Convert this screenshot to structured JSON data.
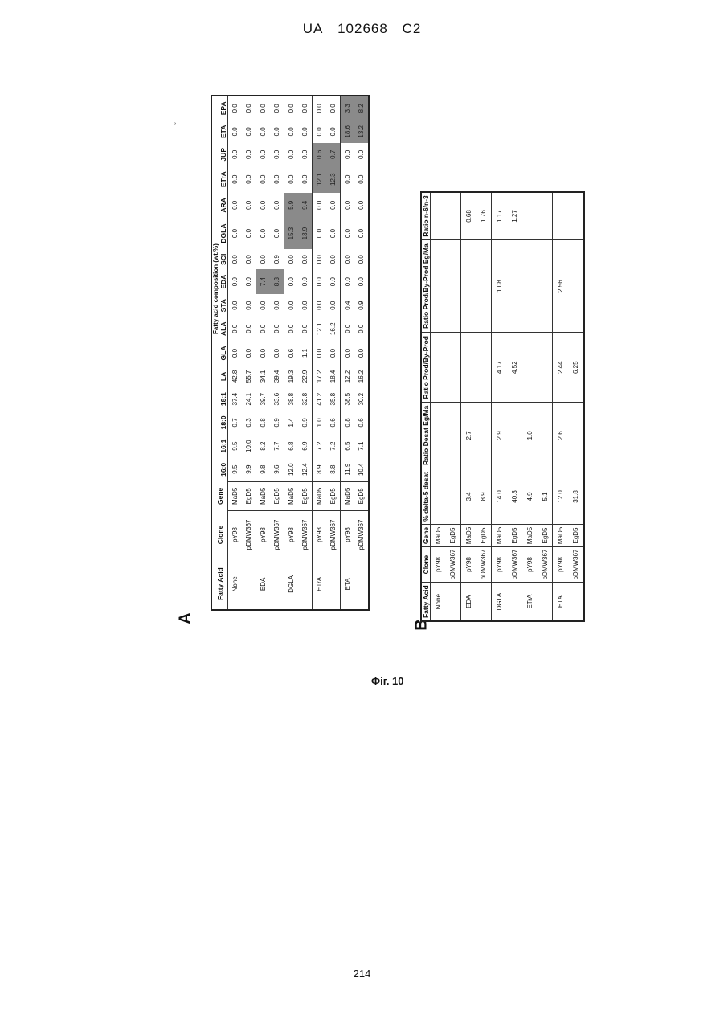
{
  "header": {
    "country": "UA",
    "number": "102668",
    "kind": "C2"
  },
  "mark": "ʾ",
  "figure_caption": "Фіг. 10",
  "page_number": "214",
  "panel_a": {
    "label": "A",
    "group_header": "Fatty acid composition (wt.%)",
    "columns": [
      "Fatty Acid",
      "Clone",
      "Gene",
      "16:0",
      "16:1",
      "18:0",
      "18:1",
      "LA",
      "GLA",
      "ALA",
      "STA",
      "EDA",
      "SCI",
      "DGLA",
      "ARA",
      "ETrA",
      "JUP",
      "ETA",
      "EPA"
    ],
    "rows": [
      {
        "fa": "None",
        "clone": "pY98",
        "gene": "MaD5",
        "v": [
          "9.5",
          "9.5",
          "0.7",
          "37.4",
          "42.8",
          "0.0",
          "0.0",
          "0.0",
          "0.0",
          "0.0",
          "0.0",
          "0.0",
          "0.0",
          "0.0",
          "0.0",
          "0.0"
        ]
      },
      {
        "fa": "",
        "clone": "pDMW367",
        "gene": "EgD5",
        "v": [
          "9.9",
          "10.0",
          "0.3",
          "24.1",
          "55.7",
          "0.0",
          "0.0",
          "0.0",
          "0.0",
          "0.0",
          "0.0",
          "0.0",
          "0.0",
          "0.0",
          "0.0",
          "0.0"
        ]
      },
      {
        "fa": "EDA",
        "clone": "pY98",
        "gene": "MaD5",
        "v": [
          "9.8",
          "8.2",
          "0.8",
          "39.7",
          "34.1",
          "0.0",
          "0.0",
          "0.0",
          "7.4",
          "0.0",
          "0.0",
          "0.0",
          "0.0",
          "0.0",
          "0.0",
          "0.0"
        ]
      },
      {
        "fa": "",
        "clone": "pDMW367",
        "gene": "EgD5",
        "v": [
          "9.6",
          "7.7",
          "0.9",
          "33.6",
          "39.4",
          "0.0",
          "0.0",
          "0.0",
          "8.3",
          "0.9",
          "0.0",
          "0.0",
          "0.0",
          "0.0",
          "0.0",
          "0.0"
        ]
      },
      {
        "fa": "DGLA",
        "clone": "pY98",
        "gene": "MaD5",
        "v": [
          "12.0",
          "6.8",
          "1.4",
          "38.8",
          "19.3",
          "0.6",
          "0.0",
          "0.0",
          "0.0",
          "0.0",
          "15.3",
          "5.9",
          "0.0",
          "0.0",
          "0.0",
          "0.0"
        ]
      },
      {
        "fa": "",
        "clone": "pDMW367",
        "gene": "EgD5",
        "v": [
          "12.4",
          "6.9",
          "0.9",
          "32.8",
          "22.9",
          "1.1",
          "0.0",
          "0.0",
          "0.0",
          "0.0",
          "13.9",
          "9.4",
          "0.0",
          "0.0",
          "0.0",
          "0.0"
        ]
      },
      {
        "fa": "ETrA",
        "clone": "pY98",
        "gene": "MaD5",
        "v": [
          "8.9",
          "7.2",
          "1.0",
          "41.2",
          "17.2",
          "0.0",
          "12.1",
          "0.0",
          "0.0",
          "0.0",
          "0.0",
          "0.0",
          "12.1",
          "0.6",
          "0.0",
          "0.0"
        ]
      },
      {
        "fa": "",
        "clone": "pDMW367",
        "gene": "EgD5",
        "v": [
          "8.8",
          "7.2",
          "0.6",
          "35.8",
          "18.4",
          "0.0",
          "16.2",
          "0.0",
          "0.0",
          "0.0",
          "0.0",
          "0.0",
          "12.3",
          "0.7",
          "0.0",
          "0.0"
        ]
      },
      {
        "fa": "ETA",
        "clone": "pY98",
        "gene": "MaD5",
        "v": [
          "11.9",
          "6.5",
          "0.8",
          "38.5",
          "12.2",
          "0.0",
          "0.0",
          "0.4",
          "0.0",
          "0.0",
          "0.0",
          "0.0",
          "0.0",
          "0.0",
          "18.6",
          "3.3"
        ]
      },
      {
        "fa": "",
        "clone": "pDMW367",
        "gene": "EgD5",
        "v": [
          "10.4",
          "7.1",
          "0.6",
          "30.2",
          "16.2",
          "0.0",
          "0.0",
          "0.9",
          "0.0",
          "0.0",
          "0.0",
          "0.0",
          "0.0",
          "0.0",
          "13.2",
          "8.2"
        ]
      }
    ]
  },
  "panel_b": {
    "label": "B",
    "columns": [
      "Fatty Acid",
      "Clone",
      "Gene",
      "% delta-5 desat",
      "Ratio Desat Eg/Ma",
      "Ratio Prod/By-Prod",
      "Ratio Prod/By-Prod Eg/Ma",
      "Ratio n-6/n-3"
    ],
    "rows": [
      {
        "fa": "None",
        "clone": "pY98",
        "gene": "MaD5",
        "v": [
          "",
          "",
          "",
          "",
          ""
        ]
      },
      {
        "fa": "",
        "clone": "pDMW367",
        "gene": "EgD5",
        "v": [
          "",
          "",
          "",
          "",
          ""
        ]
      },
      {
        "fa": "EDA",
        "clone": "pY98",
        "gene": "MaD5",
        "v": [
          "3.4",
          "2.7",
          "",
          "",
          "0.68"
        ]
      },
      {
        "fa": "",
        "clone": "pDMW367",
        "gene": "EgD5",
        "v": [
          "8.9",
          "",
          "",
          "",
          "1.76"
        ]
      },
      {
        "fa": "DGLA",
        "clone": "pY98",
        "gene": "MaD5",
        "v": [
          "14.0",
          "2.9",
          "4.17",
          "1.08",
          "1.17"
        ]
      },
      {
        "fa": "",
        "clone": "pDMW367",
        "gene": "EgD5",
        "v": [
          "40.3",
          "",
          "4.52",
          "",
          "1.27"
        ]
      },
      {
        "fa": "ETrA",
        "clone": "pY98",
        "gene": "MaD5",
        "v": [
          "4.9",
          "1.0",
          "",
          "",
          ""
        ]
      },
      {
        "fa": "",
        "clone": "pDMW367",
        "gene": "EgD5",
        "v": [
          "5.1",
          "",
          "",
          "",
          ""
        ]
      },
      {
        "fa": "ETA",
        "clone": "pY98",
        "gene": "MaD5",
        "v": [
          "12.0",
          "2.6",
          "2.44",
          "2.56",
          ""
        ]
      },
      {
        "fa": "",
        "clone": "pDMW367",
        "gene": "EgD5",
        "v": [
          "31.8",
          "",
          "6.25",
          "",
          ""
        ]
      }
    ]
  }
}
